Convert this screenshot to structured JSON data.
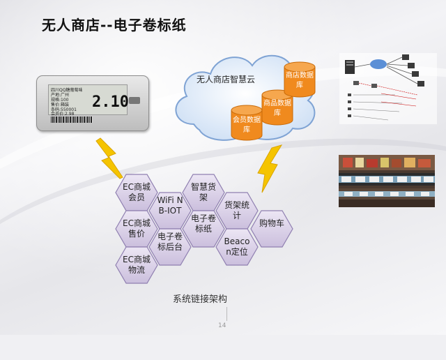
{
  "title": "无人商店--电子卷标纸",
  "esl": {
    "lines": [
      "四川QQ糖葡萄味",
      "产地:广州",
      "规格:100",
      "售价:箱装",
      "条码:550001",
      "会员价:2.98"
    ],
    "price": "2.10",
    "barcode": "|||||||||||||||||||"
  },
  "cloud": {
    "label": "无人商店智慧云",
    "databases": [
      "会员数据库",
      "商品数据库",
      "商店数据库"
    ]
  },
  "hexagons": [
    {
      "id": "ec-member",
      "text": "EC商城会员"
    },
    {
      "id": "ec-price",
      "text": "EC商城售价"
    },
    {
      "id": "ec-logistics",
      "text": "EC商城物流"
    },
    {
      "id": "wifi",
      "text": "WiFi NB-IOT"
    },
    {
      "id": "esl-backend",
      "text": "电子卷标后台"
    },
    {
      "id": "smart-shelf",
      "text": "智慧货架"
    },
    {
      "id": "esl",
      "text": "电子卷标纸"
    },
    {
      "id": "shelf-stats",
      "text": "货架统计"
    },
    {
      "id": "beacon",
      "text": "Beacon定位"
    },
    {
      "id": "cart",
      "text": "购物车"
    }
  ],
  "caption": "系统链接架构",
  "page_number": "14",
  "colors": {
    "hex_fill": "#d7cfe3",
    "hex_stroke": "#8f7fb0",
    "db_orange": "#f08a1e",
    "cloud_fill": "#dbe7f6",
    "bolt": "#f5c400"
  }
}
